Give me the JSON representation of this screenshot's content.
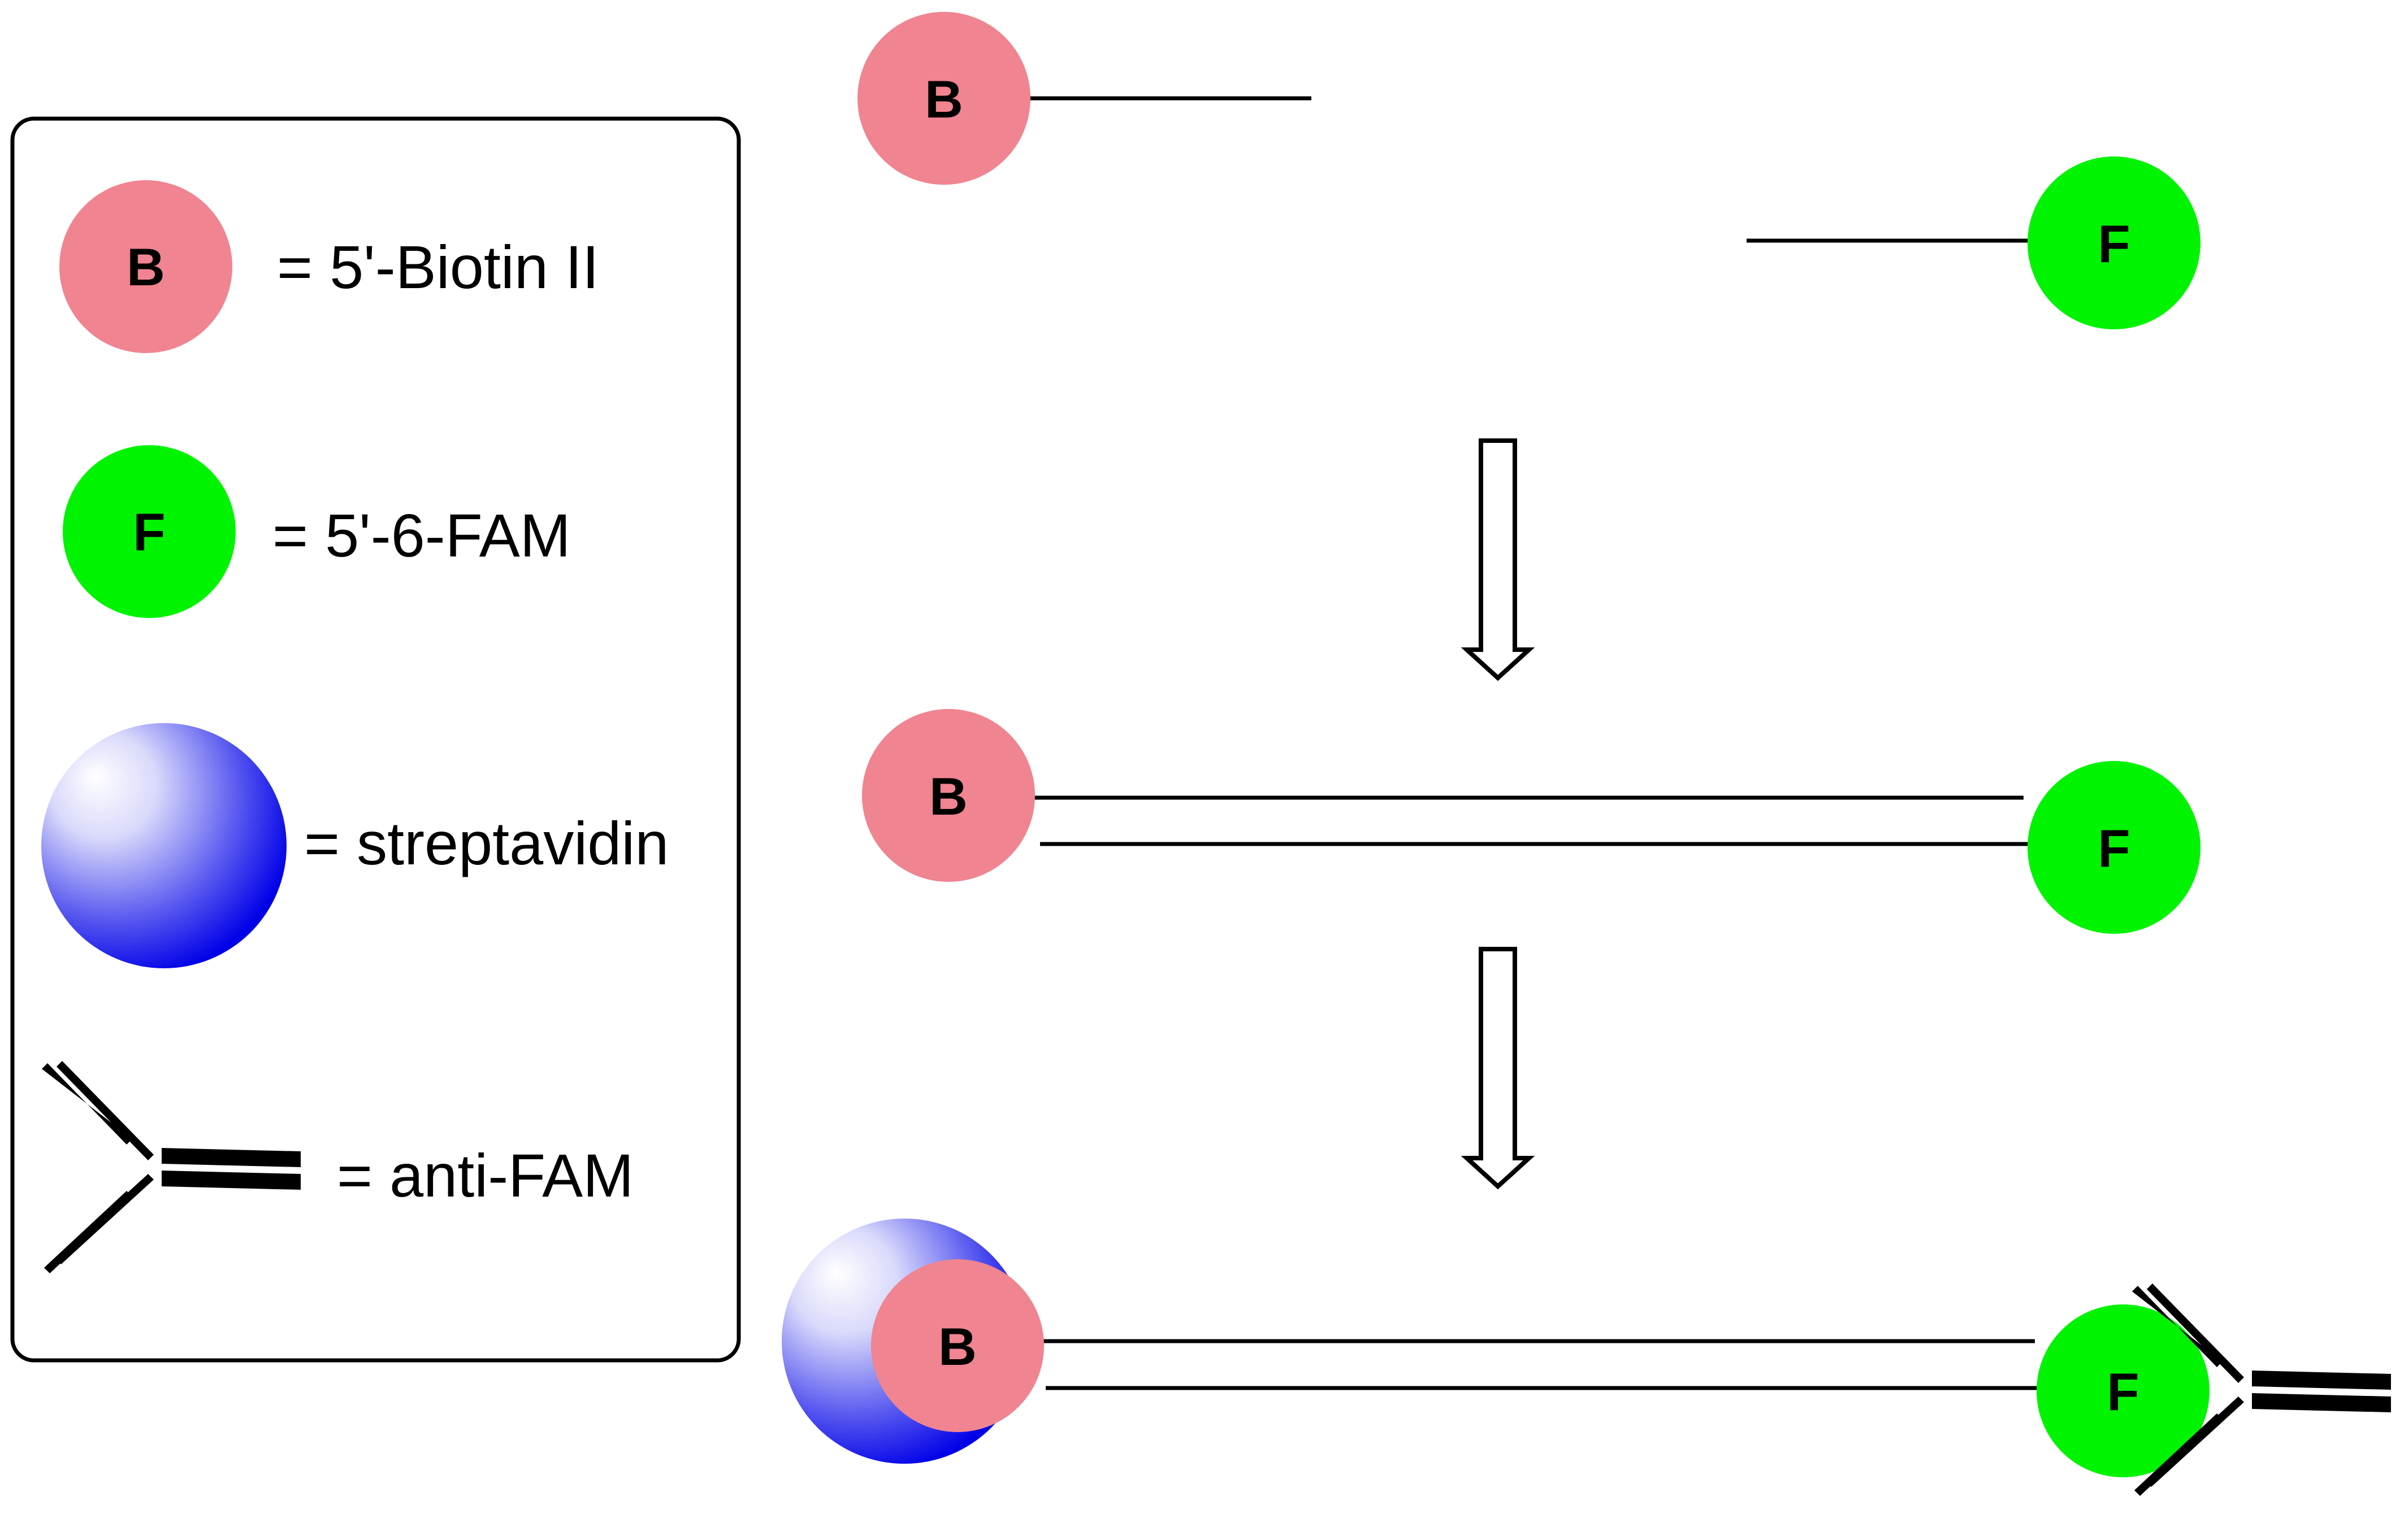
{
  "colors": {
    "biotin": "#f08490",
    "fam": "#00f300",
    "streptavidin": "#0000e8",
    "line": "#000000"
  },
  "legend": {
    "biotin_letter": "B",
    "biotin_label": "= 5'-Biotin II",
    "fam_letter": "F",
    "fam_label": "= 5'-6-FAM",
    "streptavidin_label": "= streptavidin",
    "antifam_label": "= anti-FAM"
  },
  "scheme": {
    "step1": {
      "biotin_letter": "B",
      "fam_letter": "F"
    },
    "step2": {
      "biotin_letter": "B",
      "fam_letter": "F"
    },
    "step3": {
      "biotin_letter": "B",
      "fam_letter": "F"
    }
  },
  "icons": [
    "biotin-icon",
    "fam-icon",
    "streptavidin-icon",
    "antibody-icon",
    "down-arrow-icon"
  ]
}
